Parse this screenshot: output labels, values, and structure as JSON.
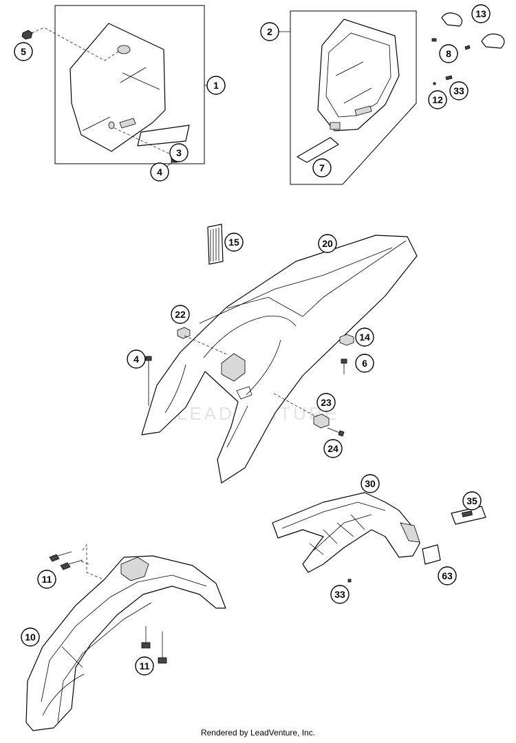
{
  "watermark": "LEADVENTURE",
  "footer": "Rendered by LeadVenture, Inc.",
  "callouts": [
    "1",
    "2",
    "3",
    "4",
    "5",
    "6",
    "7",
    "8",
    "10",
    "11",
    "11",
    "12",
    "13",
    "14",
    "15",
    "20",
    "22",
    "23",
    "24",
    "30",
    "33",
    "33",
    "35",
    "63",
    "4"
  ]
}
